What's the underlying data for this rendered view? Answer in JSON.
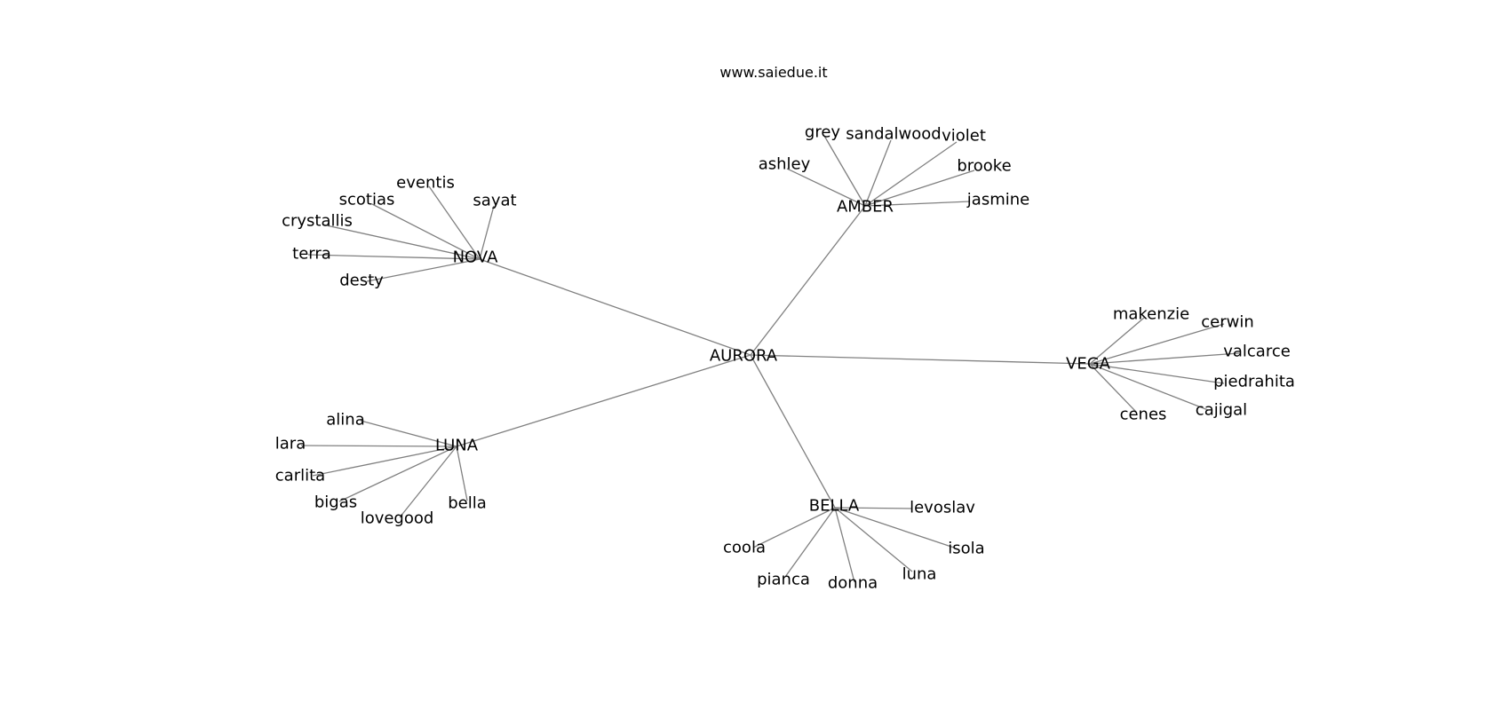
{
  "header": {
    "site": "www.saiedue.it"
  },
  "graph": {
    "root": "AURORA",
    "hubs": [
      {
        "name": "NOVA",
        "leaves": [
          "eventis",
          "sayat",
          "scotias",
          "crystallis",
          "terra",
          "desty"
        ]
      },
      {
        "name": "AMBER",
        "leaves": [
          "grey",
          "sandalwood",
          "violet",
          "ashley",
          "brooke",
          "jasmine"
        ]
      },
      {
        "name": "VEGA",
        "leaves": [
          "makenzie",
          "cerwin",
          "valcarce",
          "piedrahita",
          "cajigal",
          "cenes"
        ]
      },
      {
        "name": "LUNA",
        "leaves": [
          "alina",
          "lara",
          "carlita",
          "bigas",
          "lovegood",
          "bella"
        ]
      },
      {
        "name": "BELLA",
        "leaves": [
          "levoslav",
          "isola",
          "luna",
          "donna",
          "pianca",
          "coola"
        ]
      }
    ]
  },
  "style": {
    "edge_color": "#808080",
    "label_color": "#000000"
  }
}
